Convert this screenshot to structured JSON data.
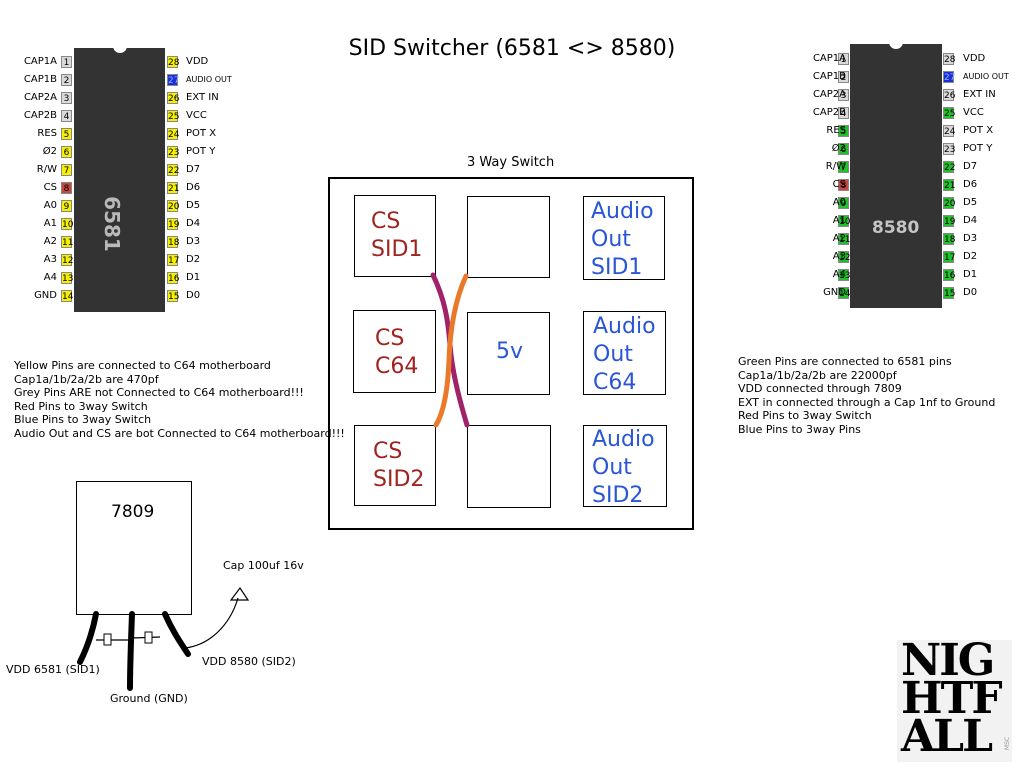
{
  "title": "SID Switcher (6581 <> 8580)",
  "colors": {
    "yellow": "#f5f000",
    "grey": "#d9d9d9",
    "red": "#c8473f",
    "blue": "#1a2fd6",
    "green": "#22c02a",
    "chip": "#333333",
    "wire_purple": "#a0236a",
    "wire_orange": "#ea7a2a",
    "text_red": "#a0231f",
    "text_blue": "#2a55d6"
  },
  "chip_left": {
    "label": "6581",
    "pins_left": [
      {
        "num": "1",
        "name": "CAP1A",
        "color": "grey"
      },
      {
        "num": "2",
        "name": "CAP1B",
        "color": "grey"
      },
      {
        "num": "3",
        "name": "CAP2A",
        "color": "grey"
      },
      {
        "num": "4",
        "name": "CAP2B",
        "color": "grey"
      },
      {
        "num": "5",
        "name": "RES",
        "color": "yellow"
      },
      {
        "num": "6",
        "name": "Ø2",
        "color": "yellow"
      },
      {
        "num": "7",
        "name": "R/W",
        "color": "yellow"
      },
      {
        "num": "8",
        "name": "CS",
        "color": "red"
      },
      {
        "num": "9",
        "name": "A0",
        "color": "yellow"
      },
      {
        "num": "10",
        "name": "A1",
        "color": "yellow"
      },
      {
        "num": "11",
        "name": "A2",
        "color": "yellow"
      },
      {
        "num": "12",
        "name": "A3",
        "color": "yellow"
      },
      {
        "num": "13",
        "name": "A4",
        "color": "yellow"
      },
      {
        "num": "14",
        "name": "GND",
        "color": "yellow"
      }
    ],
    "pins_right": [
      {
        "num": "28",
        "name": "VDD",
        "color": "yellow"
      },
      {
        "num": "27",
        "name": "AUDIO OUT",
        "color": "blue"
      },
      {
        "num": "26",
        "name": "EXT IN",
        "color": "yellow"
      },
      {
        "num": "25",
        "name": "VCC",
        "color": "yellow"
      },
      {
        "num": "24",
        "name": "POT X",
        "color": "yellow"
      },
      {
        "num": "23",
        "name": "POT Y",
        "color": "yellow"
      },
      {
        "num": "22",
        "name": "D7",
        "color": "yellow"
      },
      {
        "num": "21",
        "name": "D6",
        "color": "yellow"
      },
      {
        "num": "20",
        "name": "D5",
        "color": "yellow"
      },
      {
        "num": "19",
        "name": "D4",
        "color": "yellow"
      },
      {
        "num": "18",
        "name": "D3",
        "color": "yellow"
      },
      {
        "num": "17",
        "name": "D2",
        "color": "yellow"
      },
      {
        "num": "16",
        "name": "D1",
        "color": "yellow"
      },
      {
        "num": "15",
        "name": "D0",
        "color": "yellow"
      }
    ]
  },
  "chip_right": {
    "label": "8580",
    "pins_left": [
      {
        "num": "1",
        "name": "CAP1A",
        "color": "grey"
      },
      {
        "num": "2",
        "name": "CAP1B",
        "color": "grey"
      },
      {
        "num": "3",
        "name": "CAP2A",
        "color": "grey"
      },
      {
        "num": "4",
        "name": "CAP2B",
        "color": "grey"
      },
      {
        "num": "5",
        "name": "RES",
        "color": "green"
      },
      {
        "num": "6",
        "name": "Ø2",
        "color": "green"
      },
      {
        "num": "7",
        "name": "R/W",
        "color": "green"
      },
      {
        "num": "8",
        "name": "CS",
        "color": "red"
      },
      {
        "num": "9",
        "name": "A0",
        "color": "green"
      },
      {
        "num": "10",
        "name": "A1",
        "color": "green"
      },
      {
        "num": "11",
        "name": "A2",
        "color": "green"
      },
      {
        "num": "12",
        "name": "A3",
        "color": "green"
      },
      {
        "num": "13",
        "name": "A4",
        "color": "green"
      },
      {
        "num": "14",
        "name": "GND",
        "color": "green"
      }
    ],
    "pins_right": [
      {
        "num": "28",
        "name": "VDD",
        "color": "grey"
      },
      {
        "num": "27",
        "name": "AUDIO OUT",
        "color": "blue"
      },
      {
        "num": "26",
        "name": "EXT IN",
        "color": "grey"
      },
      {
        "num": "25",
        "name": "VCC",
        "color": "green"
      },
      {
        "num": "24",
        "name": "POT X",
        "color": "grey"
      },
      {
        "num": "23",
        "name": "POT Y",
        "color": "grey"
      },
      {
        "num": "22",
        "name": "D7",
        "color": "green"
      },
      {
        "num": "21",
        "name": "D6",
        "color": "green"
      },
      {
        "num": "20",
        "name": "D5",
        "color": "green"
      },
      {
        "num": "19",
        "name": "D4",
        "color": "green"
      },
      {
        "num": "18",
        "name": "D3",
        "color": "green"
      },
      {
        "num": "17",
        "name": "D2",
        "color": "green"
      },
      {
        "num": "16",
        "name": "D1",
        "color": "green"
      },
      {
        "num": "15",
        "name": "D0",
        "color": "green"
      }
    ]
  },
  "notes_left": [
    "Yellow Pins are connected to C64 motherboard",
    "Cap1a/1b/2a/2b are 470pf",
    "Grey Pins ARE not Connected to C64 motherboard!!!",
    "Red Pins to 3way Switch",
    "Blue Pins to 3way Switch",
    "Audio Out and CS are bot Connected to C64 motherboard!!!"
  ],
  "notes_right": [
    "Green Pins are connected to 6581 pins",
    "Cap1a/1b/2a/2b are 22000pf",
    "VDD connected through 7809",
    "EXT in connected through a Cap 1nf to Ground",
    "Red Pins to 3way Switch",
    "Blue Pins to 3way Pins"
  ],
  "switch": {
    "title": "3 Way Switch",
    "cells": {
      "cs_sid1": "CS\nSID1",
      "cs_c64": "CS\nC64",
      "cs_sid2": "CS\nSID2",
      "five_v": "5v",
      "audio_sid1": "Audio\nOut\nSID1",
      "audio_c64": "Audio\nOut\nC64",
      "audio_sid2": "Audio\nOut\nSID2"
    }
  },
  "regulator": {
    "label": "7809",
    "cap_label": "Cap 100uf 16v",
    "vdd_6581": "VDD 6581 (SID1)",
    "vdd_8580": "VDD 8580 (SID2)",
    "ground": "Ground (GND)"
  },
  "logo": {
    "text": "NIG\nHTF\nALL",
    "tag": "MSC"
  }
}
